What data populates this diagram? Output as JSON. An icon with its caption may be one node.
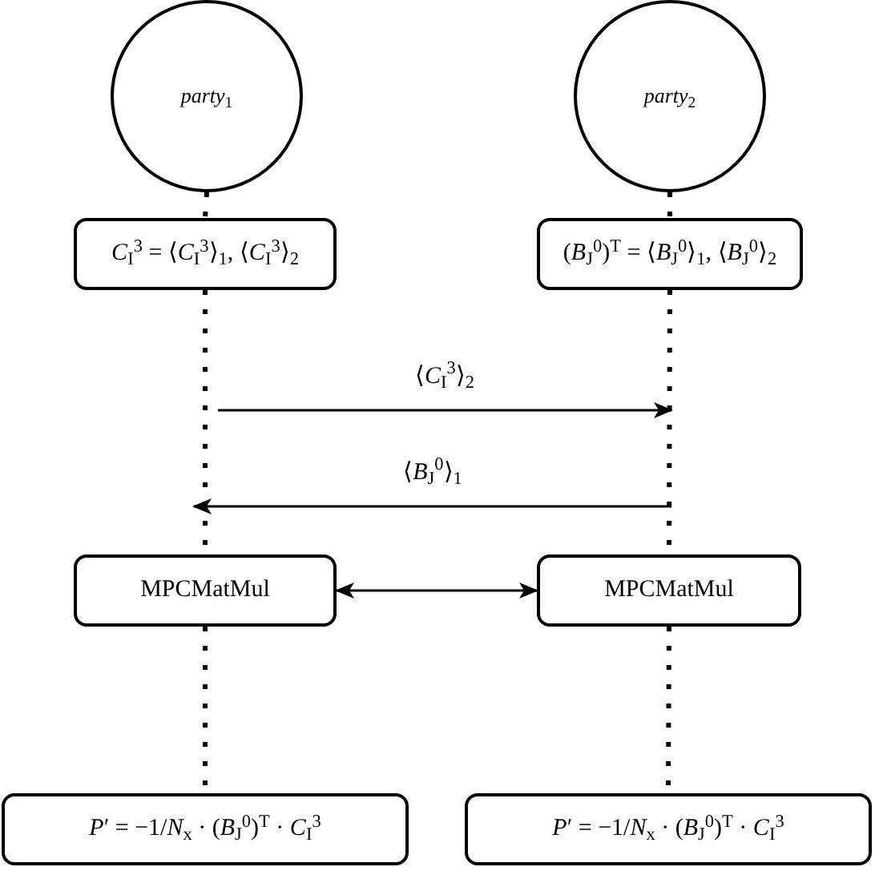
{
  "diagram": {
    "nodes": [
      {
        "text": [
          "*party*$_{1}$"
        ]
      },
      {
        "text": [
          "*party*$_{2}$"
        ]
      },
      {
        "text": [
          "*C*$_{I}$$^{3}$ = ⟨*C*$_{I}$$^{3}$⟩$_{1}$, ⟨*C*$_{I}$$^{3}$⟩$_{2}$"
        ]
      },
      {
        "text": [
          "(*B*$_{J}$$^{0}$)$^{T}$ = ⟨*B*$_{J}$$^{0}$⟩$_{1}$, ⟨*B*$_{J}$$^{0}$⟩$_{2}$"
        ]
      },
      {
        "text": [
          "MPCMatMul"
        ]
      },
      {
        "text": [
          "MPCMatMul"
        ]
      },
      {
        "text": [
          "*P*′ = −1/*N*$_{x}$ · (*B*$_{J}$$^{0}$)$^{T}$ · *C*$_{I}$$^{3}$"
        ]
      },
      {
        "text": [
          "*P*′ = −1/*N*$_{x}$ · (*B*$_{J}$$^{0}$)$^{T}$ · *C*$_{I}$$^{3}$"
        ]
      }
    ],
    "edges": [
      {
        "from": 0,
        "to": 2,
        "arrow": "none",
        "style": "dashed"
      },
      {
        "from": 1,
        "to": 3,
        "arrow": "none",
        "style": "dashed"
      },
      {
        "from": 2,
        "to": 4,
        "arrow": "none",
        "style": "dashed"
      },
      {
        "from": 3,
        "to": 5,
        "arrow": "none",
        "style": "dashed"
      },
      {
        "from": 4,
        "to": 6,
        "arrow": "none",
        "style": "dashed"
      },
      {
        "from": 5,
        "to": 7,
        "arrow": "none",
        "style": "dashed"
      },
      {
        "from": 4,
        "to": 5,
        "arrow": "both"
      }
    ],
    "labels": [
      "⟨*C*$_{I}$$^{3}$⟩$_{2}$",
      "⟨*B*$_{J}$$^{0}$⟩$_{1}$"
    ]
  }
}
